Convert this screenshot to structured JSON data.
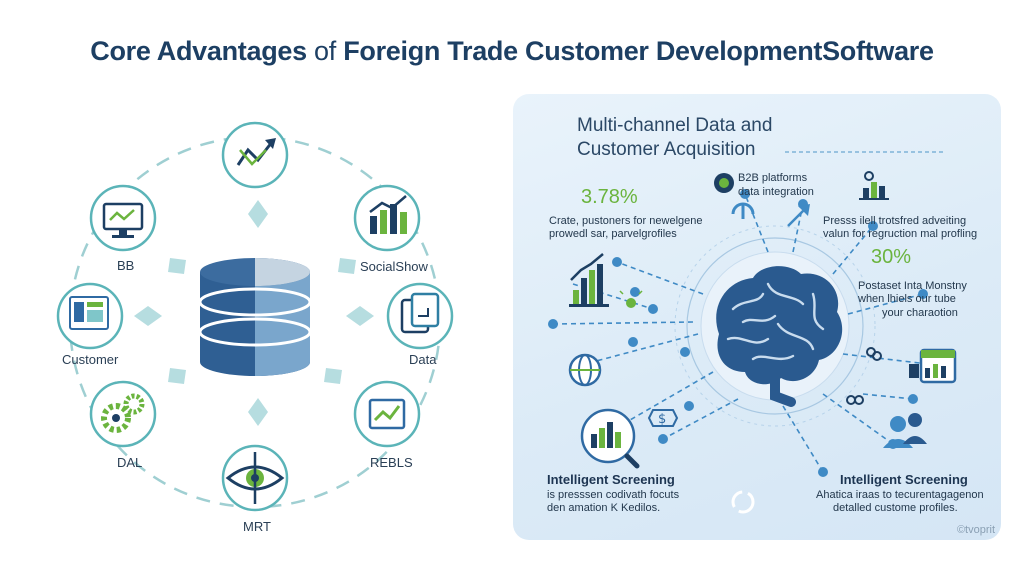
{
  "title": {
    "main_a": "Core Advantages",
    "main_of": " of ",
    "main_b": "Foreign Trade Customer DevelopmentSoftware"
  },
  "left": {
    "labels": {
      "bb": "BB",
      "social": "SocialShow",
      "customer": "Customer",
      "data": "Data",
      "dal": "DAL",
      "rebls": "REBLS",
      "mrt": "MRT"
    }
  },
  "panel": {
    "title_line1": "Multi-channel Data and",
    "title_line2": "Customer Acquisition",
    "pct_left": "3.78%",
    "b2b_line1": "B2B platforms",
    "b2b_line2": "data integration",
    "text_left_1": "Crate, pustoners for newelgene",
    "text_left_2": "prowedl sar, parvelgrofiles",
    "text_right_1": "Presss ilell trotsfred adveiting",
    "text_right_2": "valun for regruction mal profling",
    "pct_right": "30%",
    "post_1": "Postaset Inta Monstny",
    "post_2": "when  lhiels our tube",
    "post_3": "your charaotion",
    "screen_left_head": "Intelligent Screening",
    "screen_left_1": "is presssen codivath focuts",
    "screen_left_2": "den amation K Kedilos.",
    "screen_right_head": "Intelligent Screening",
    "screen_right_1": "Ahatica iraas to tecurentagagenon",
    "screen_right_2": "detalled custome profiles.",
    "watermark": "©tvoprit"
  },
  "colors": {
    "navy": "#1d3f63",
    "blue": "#2f6aa3",
    "green": "#6bb43e",
    "teal": "#7fc6c9",
    "light": "#a8d2d6"
  }
}
